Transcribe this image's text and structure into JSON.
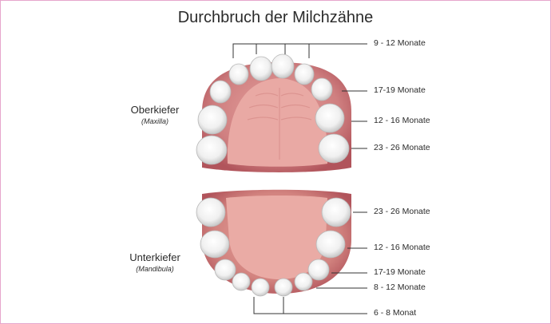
{
  "title": "Durchbruch der Milchzähne",
  "upper_jaw": {
    "label": "Oberkiefer",
    "sublabel": "(Maxilla)"
  },
  "lower_jaw": {
    "label": "Unterkiefer",
    "sublabel": "(Mandibula)"
  },
  "upper_labels": [
    "9 - 12 Monate",
    "17-19 Monate",
    "12 - 16 Monate",
    "23 - 26 Monate"
  ],
  "lower_labels": [
    "23 - 26 Monate",
    "12 - 16 Monate",
    "17-19 Monate",
    "8 - 12 Monate",
    "6 - 8 Monat"
  ],
  "colors": {
    "gum": "#b85a5f",
    "palate": "#e9a6a1",
    "tongue": "#e8a49e",
    "tooth": "#f2f2f2",
    "line": "#333333",
    "frame": "#e6a6cc"
  }
}
